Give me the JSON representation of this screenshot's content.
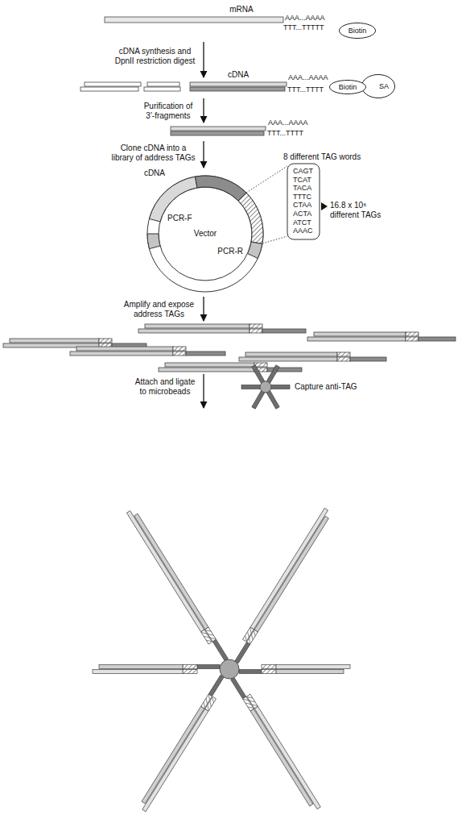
{
  "diagram": {
    "nodes": [
      {
        "text": [
          "Biotin"
        ]
      },
      {
        "text": [
          "Biotin"
        ]
      },
      {
        "text": [
          "SA"
        ]
      },
      {
        "text": [
          "Vector"
        ]
      }
    ],
    "labels": [
      "mRNA",
      "AAA...AAAA",
      "TTT...TTTTT",
      "cDNA synthesis and DpnII restriction digest",
      "cDNA",
      "AAA...AAAA",
      "TTT...TTTT",
      "Purification of 3'-fragments",
      "AAA...AAAA",
      "TTT...TTTT",
      "Clone cDNA into a library of address TAGs",
      "8 different TAG words",
      "CAGT",
      "TCAT",
      "TACA",
      "TTTC",
      "CTAA",
      "ACTA",
      "ATCT",
      "AAAC",
      "16.8 x 10⁶ different TAGs",
      "cDNA",
      "PCR-F",
      "PCR-R",
      "Amplify and expose address TAGs",
      "Attach and ligate to microbeads",
      "Capture anti-TAG"
    ]
  }
}
